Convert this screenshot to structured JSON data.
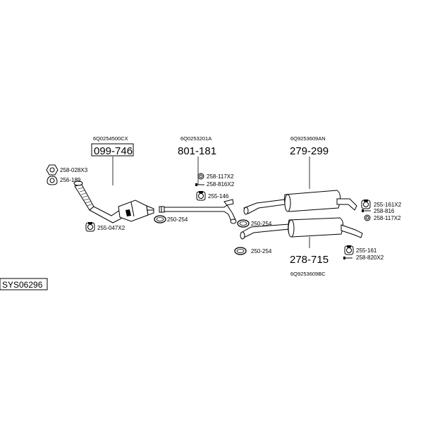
{
  "system_code": "SYS06296",
  "colors": {
    "line": "#000000",
    "background": "#ffffff"
  },
  "groups": [
    {
      "ref": "6Q0254500CX",
      "part": "099-746",
      "boxed": true
    },
    {
      "ref": "6Q0253201A",
      "part": "801-181",
      "boxed": false
    },
    {
      "ref": "6Q9253609AN",
      "part": "279-299",
      "boxed": false
    },
    {
      "ref": "6Q9253609BC",
      "part": "278-715",
      "boxed": false
    }
  ],
  "small_parts": [
    {
      "code": "258-028X3",
      "icon": "hex-nut-icon"
    },
    {
      "code": "256-189",
      "icon": "triangle-gasket-icon"
    },
    {
      "code": "255-047X2",
      "icon": "rubber-mount-icon"
    },
    {
      "code": "250-254",
      "icon": "pipe-clamp-icon"
    },
    {
      "code": "258-117X2",
      "icon": "ring-icon"
    },
    {
      "code": "258-816X2",
      "icon": "bolt-icon"
    },
    {
      "code": "255-146",
      "icon": "rubber-mount-icon"
    },
    {
      "code": "250-254",
      "icon": "pipe-clamp-icon"
    },
    {
      "code": "250-254",
      "icon": "pipe-clamp-icon"
    },
    {
      "code": "255-161X2",
      "icon": "rubber-mount-icon"
    },
    {
      "code": "258-816",
      "icon": "bolt-icon"
    },
    {
      "code": "258-117X2",
      "icon": "ring-icon"
    },
    {
      "code": "255-161",
      "icon": "rubber-mount-icon"
    },
    {
      "code": "258-820X2",
      "icon": "bolt-icon"
    }
  ]
}
